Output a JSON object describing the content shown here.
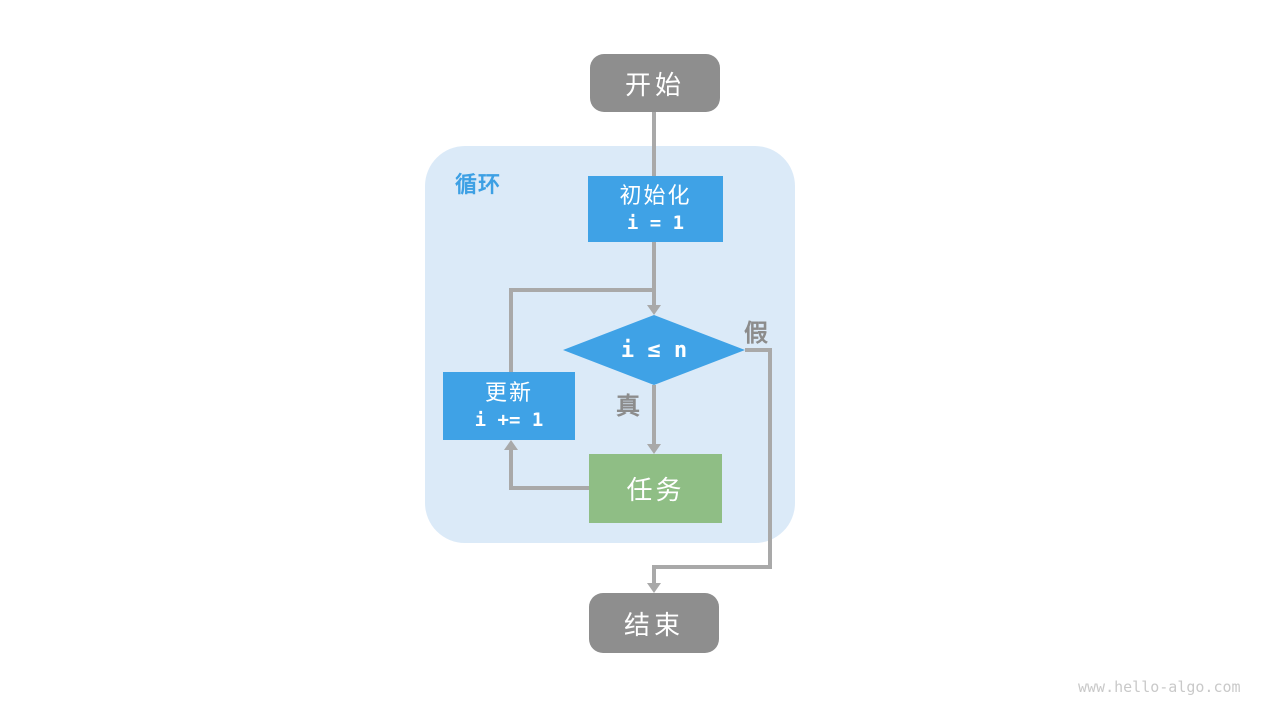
{
  "diagram": {
    "type": "flowchart",
    "loop_label": "循环",
    "nodes": {
      "start": {
        "label": "开始"
      },
      "init": {
        "title": "初始化",
        "code": "i = 1"
      },
      "condition": {
        "code": "i ≤ n"
      },
      "update": {
        "title": "更新",
        "code": "i += 1"
      },
      "task": {
        "label": "任务"
      },
      "end": {
        "label": "结束"
      }
    },
    "edge_labels": {
      "true_label": "真",
      "false_label": "假"
    },
    "edges": [
      {
        "from": "start",
        "to": "init"
      },
      {
        "from": "init",
        "to": "condition"
      },
      {
        "from": "condition",
        "to": "task",
        "label": "真"
      },
      {
        "from": "condition",
        "to": "end",
        "label": "假"
      },
      {
        "from": "task",
        "to": "update"
      },
      {
        "from": "update",
        "to": "condition"
      }
    ],
    "colors": {
      "terminal_gray": "#8e8e8e",
      "process_blue": "#3fa2e6",
      "task_green": "#8fbe85",
      "loop_container_blue": "#dbeaf8",
      "accent_label_blue": "#3da0e4",
      "line_gray": "#a9a9a9",
      "edge_label_gray": "#8c8c8c",
      "watermark_gray": "#c9c9c9"
    },
    "watermark": "www.hello-algo.com"
  }
}
